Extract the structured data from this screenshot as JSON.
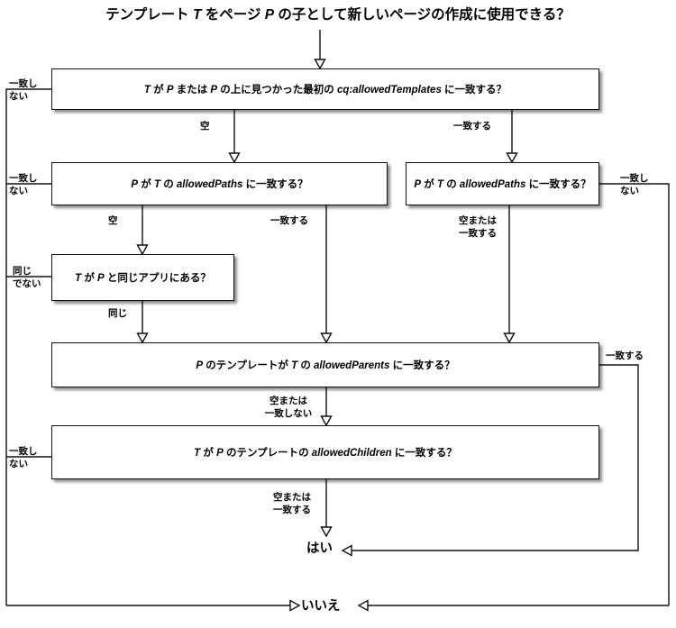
{
  "diagram": {
    "title_parts": {
      "a": "テンプレート ",
      "t1": "T",
      "b": " をページ ",
      "p1": "P",
      "c": " の子として新しいページの作成に使用できる？"
    },
    "title_plain": "テンプレート T をページ P の子として新しいページの作成に使用できる？",
    "nodes": [
      {
        "id": "cq-allowed-templates",
        "text_parts": {
          "a": "T",
          "b": " が ",
          "c": "P",
          "d": " または ",
          "e": "P",
          "f": " の上に見つかった最初の ",
          "g": "cq:allowedTemplates",
          "h": " に一致する？"
        },
        "text_plain": "T が P または P の上に見つかった最初の cq:allowedTemplates に一致する？"
      },
      {
        "id": "allowed-paths-left",
        "text_parts": {
          "a": "P",
          "b": " が ",
          "c": "T",
          "d": " の ",
          "e": "allowedPaths",
          "f": " に一致する？"
        },
        "text_plain": "P が T の allowedPaths に一致する？"
      },
      {
        "id": "allowed-paths-right",
        "text_parts": {
          "a": "P",
          "b": " が ",
          "c": "T",
          "d": " の ",
          "e": "allowedPaths",
          "f": " に一致する？"
        },
        "text_plain": "P が T の allowedPaths に一致する？"
      },
      {
        "id": "same-app",
        "text_parts": {
          "a": "T",
          "b": " が ",
          "c": "P",
          "d": " と同じアプリにある？"
        },
        "text_plain": "T が P と同じアプリにある？"
      },
      {
        "id": "allowed-parents",
        "text_parts": {
          "a": "P",
          "b": " のテンプレートが ",
          "c": "T",
          "d": " の ",
          "e": "allowedParents",
          "f": " に一致する？"
        },
        "text_plain": "P のテンプレートが T の allowedParents に一致する？"
      },
      {
        "id": "allowed-children",
        "text_parts": {
          "a": "T",
          "b": " が ",
          "c": "P",
          "d": " のテンプレートの ",
          "e": "allowedChildren",
          "f": " に一致する？"
        },
        "text_plain": "T が P のテンプレートの allowedChildren に一致する？"
      }
    ],
    "edge_labels": {
      "no_match_1_a": "一致し",
      "no_match_1_b": "ない",
      "empty_1": "空",
      "match_1": "一致する",
      "no_match_2_a": "一致し",
      "no_match_2_b": "ない",
      "empty_2": "空",
      "match_2": "一致する",
      "no_match_3_a": "一致し",
      "no_match_3_b": "ない",
      "empty_or_match_3_a": "空または",
      "empty_or_match_3_b": "一致する",
      "same_no_a": "同じ",
      "same_no_b": "でない",
      "same_yes": "同じ",
      "match_parents": "一致する",
      "empty_or_no_match_a": "空または",
      "empty_or_no_match_b": "一致しない",
      "no_match_children_a": "一致し",
      "no_match_children_b": "ない",
      "empty_or_match_children_a": "空または",
      "empty_or_match_children_b": "一致する"
    },
    "terminals": {
      "yes": "はい",
      "no": "いいえ"
    },
    "colors": {
      "stroke": "#111111",
      "box_fill": "#ffffff",
      "background": "#ffffff",
      "text": "#000000"
    }
  }
}
